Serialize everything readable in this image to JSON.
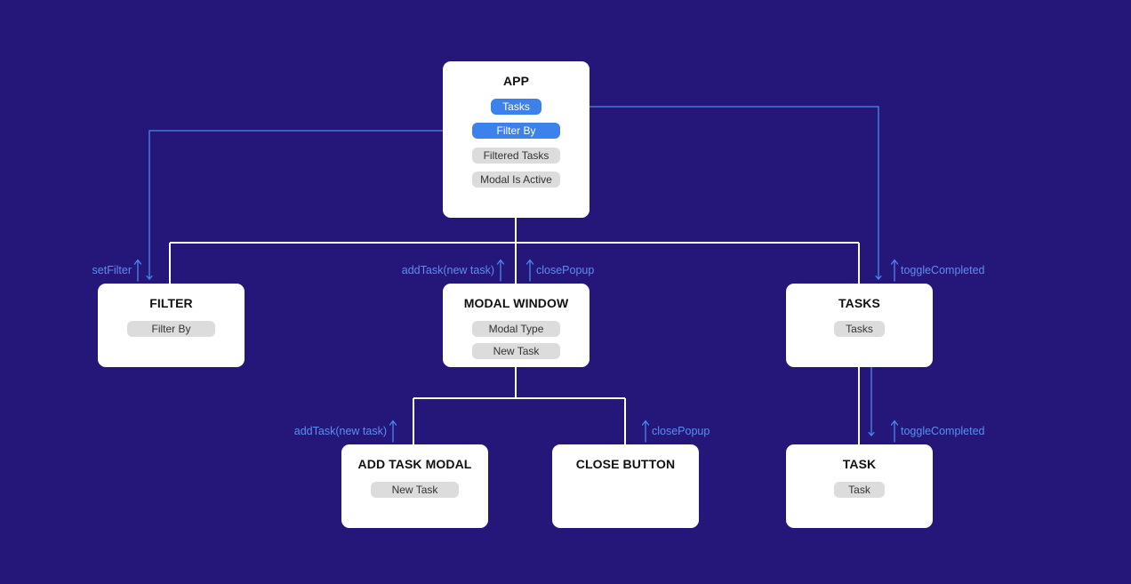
{
  "nodes": {
    "app": {
      "title": "APP",
      "state": [
        "Tasks",
        "Filter By",
        "Filtered Tasks",
        "Modal Is Active"
      ],
      "active_state": [
        "Tasks",
        "Filter By"
      ]
    },
    "filter": {
      "title": "FILTER",
      "props": [
        "Filter By"
      ]
    },
    "modal_window": {
      "title": "MODAL WINDOW",
      "props": [
        "Modal Type",
        "New Task"
      ]
    },
    "tasks": {
      "title": "TASKS",
      "props": [
        "Tasks"
      ]
    },
    "add_task_modal": {
      "title": "ADD TASK MODAL",
      "props": [
        "New Task"
      ]
    },
    "close_button": {
      "title": "CLOSE BUTTON",
      "props": []
    },
    "task": {
      "title": "TASK",
      "props": [
        "Task"
      ]
    }
  },
  "callbacks": {
    "set_filter": "setFilter",
    "add_task_modal_window": "addTask(new task)",
    "close_popup_modal_window": "closePopup",
    "toggle_completed_tasks": "toggleCompleted",
    "add_task_add_modal": "addTask(new task)",
    "close_popup_close_button": "closePopup",
    "toggle_completed_task": "toggleCompleted"
  },
  "colors": {
    "background": "#25177a",
    "card": "#ffffff",
    "tree_line": "#ffffff",
    "flow_line": "#4f86ee",
    "pill_active": "#3d82ec",
    "pill_default": "#dcdcdc",
    "annotation_text": "#5b8ef0"
  }
}
